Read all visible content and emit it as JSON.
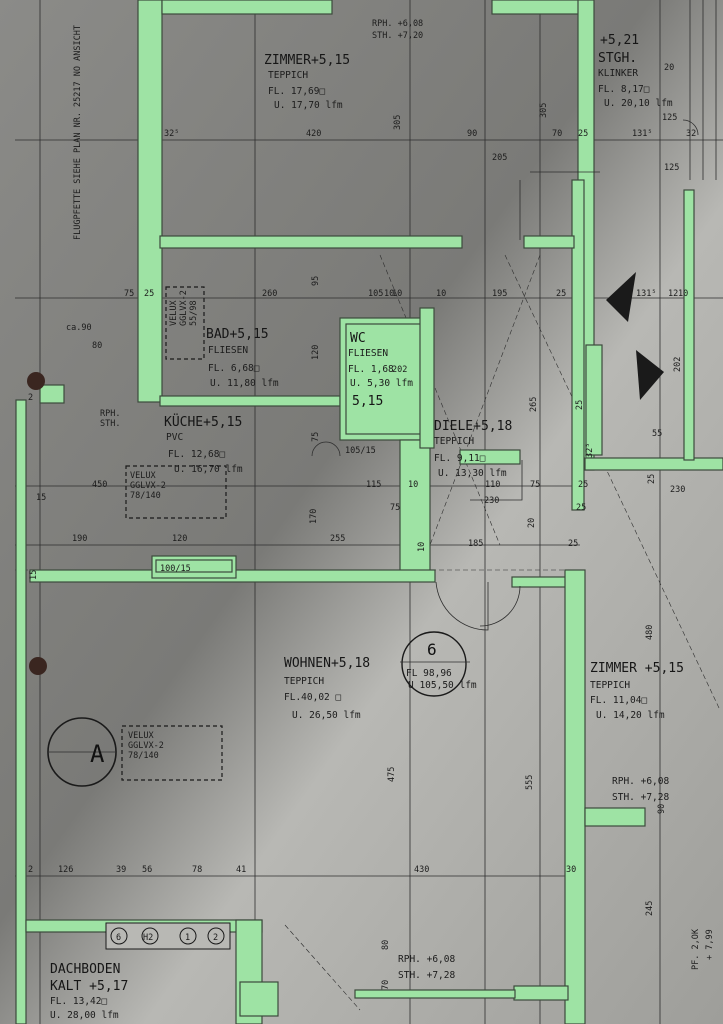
{
  "margin_text": "FLUGPFETTE SIEHE PLAN NR. 25217 NO ANSICHT",
  "rooms": {
    "zimmer_top": {
      "name": "ZIMMER+5,15",
      "floor": "TEPPICH",
      "fl": "FL. 17,69□",
      "u": "U. 17,70 lfm"
    },
    "stgh": {
      "name": "+5,21",
      "name2": "STGH.",
      "floor": "KLINKER",
      "fl": "FL. 8,17□",
      "u": "U. 20,10 lfm"
    },
    "bad": {
      "name": "BAD+5,15",
      "floor": "FLIESEN",
      "fl": "FL. 6,68□",
      "u": "U. 11,80 lfm"
    },
    "wc": {
      "name": "WC",
      "floor": "FLIESEN",
      "fl": "FL. 1,68",
      "u": "U. 5,30 lfm",
      "level": "5,15",
      "door": "105/15"
    },
    "kuche": {
      "name": "KÜCHE+5,15",
      "floor": "PVC",
      "fl": "FL. 12,68□",
      "u": "U. 16,70 lfm"
    },
    "diele": {
      "name": "DIELE+5,18",
      "floor": "TEPPICH",
      "fl": "FL. 9,11□",
      "u": "U. 13,30 lfm"
    },
    "wohnen": {
      "name": "WOHNEN+5,18",
      "floor": "TEPPICH",
      "fl": "FL.40,02 □",
      "u": "U. 26,50 lfm"
    },
    "zimmer_right": {
      "name": "ZIMMER +5,15",
      "floor": "TEPPICH",
      "fl": "FL. 11,04□",
      "u": "U. 14,20 lfm"
    },
    "dachboden": {
      "name": "DACHBODEN",
      "name2": "KALT +5,17",
      "fl": "FL. 13,42□",
      "u": "U. 28,00 lfm"
    }
  },
  "apartment": {
    "number": "6",
    "fl": "FL 98,96",
    "u": "U 105,50 lfm"
  },
  "section_marker": "A",
  "velux": [
    {
      "line1": "VELUX",
      "line2": "GGLVX-2",
      "line3": "55/98"
    },
    {
      "line1": "VELUX",
      "line2": "GGLVX-2",
      "line3": "78/140"
    },
    {
      "line1": "VELUX",
      "line2": "GGLVX-2",
      "line3": "78/140"
    }
  ],
  "rph_labels": {
    "top": {
      "rph": "RPH. +6,08",
      "sth": "STH. +7,20"
    },
    "left": {
      "rph": "RPH.",
      "sth": "STH."
    },
    "right": {
      "rph": "RPH. +6,08",
      "sth": "STH. +7,28"
    },
    "bottom": {
      "rph": "RPH. +6,08",
      "sth": "STH. +7,28"
    }
  },
  "window_label": "100/15",
  "pf_label": "PF. 2,OK",
  "pf_value": "+ 7,99",
  "dimensions": {
    "top_row": [
      "32⁵",
      "420",
      "90",
      "70",
      "25",
      "131⁵",
      "32"
    ],
    "top_row2": "205",
    "row2": [
      "75",
      "25",
      "260",
      "10",
      "105",
      "10",
      "10",
      "195",
      "25",
      "131⁵",
      "12",
      "10"
    ],
    "row_left": [
      "ca.90",
      "80"
    ],
    "kuche_row": [
      "450",
      "115",
      "10",
      "110",
      "75",
      "25",
      "230"
    ],
    "kuche_row2": "230",
    "row_190": [
      "190",
      "120",
      "255",
      "185",
      "25"
    ],
    "wohnen_bottom": [
      "126",
      "39",
      "56",
      "78",
      "41",
      "430",
      "30"
    ],
    "vertical": [
      "305",
      "305",
      "95",
      "120",
      "75",
      "170",
      "475",
      "555",
      "480",
      "265",
      "245",
      "80",
      "70"
    ],
    "misc": [
      "125",
      "125",
      "20",
      "55",
      "25",
      "25",
      "32⁵",
      "90",
      "75",
      "202",
      "202",
      "20",
      "10",
      "25",
      "15",
      "15",
      "2",
      "2"
    ]
  },
  "bottom_symbols": [
    "6",
    "H2",
    "1",
    "2"
  ]
}
